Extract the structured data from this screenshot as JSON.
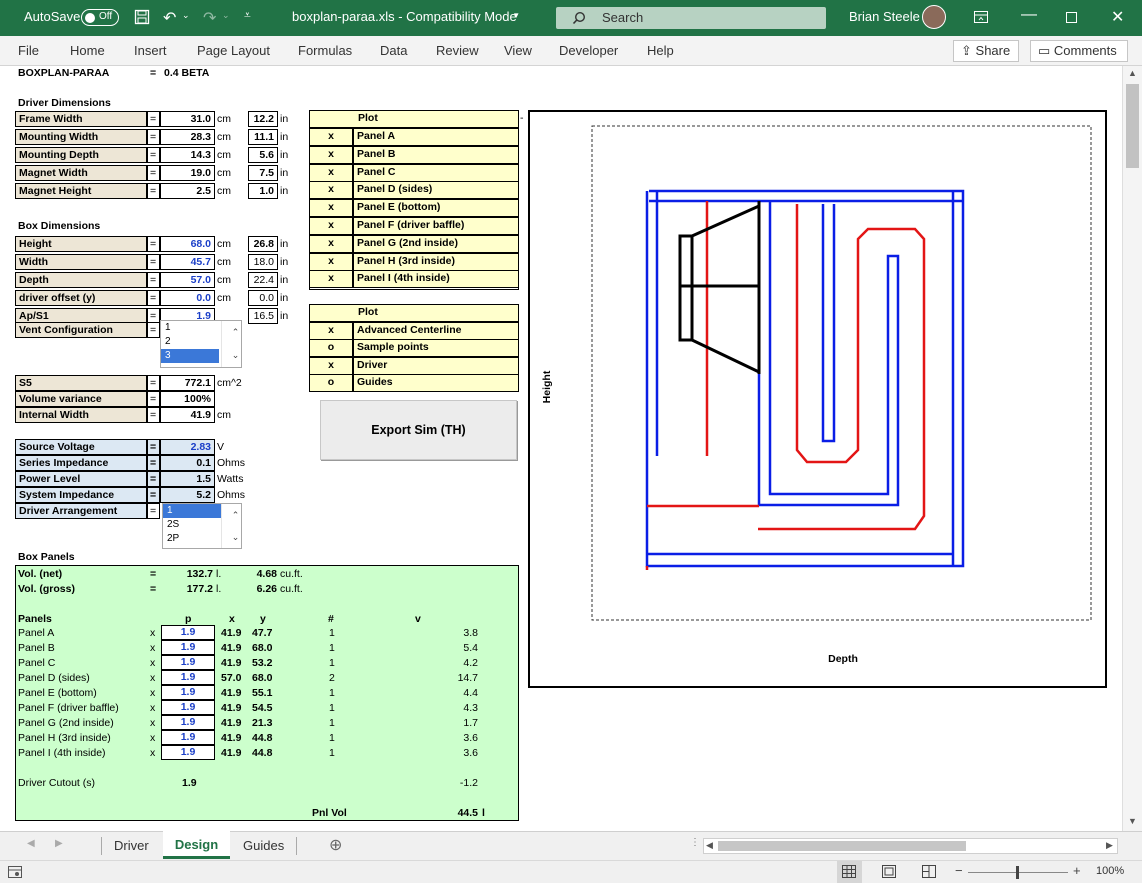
{
  "titlebar": {
    "autosave": "AutoSave",
    "toggle": "Off",
    "filename": "boxplan-paraa.xls - Compatibility Mode",
    "search": "Search",
    "user": "Brian Steele"
  },
  "ribbon": {
    "tabs": [
      "File",
      "Home",
      "Insert",
      "Page Layout",
      "Formulas",
      "Data",
      "Review",
      "View",
      "Developer",
      "Help"
    ],
    "share": "Share",
    "comments": "Comments"
  },
  "sheet": {
    "title": "BOXPLAN-PARAA",
    "eq": "=",
    "version": "0.4 BETA",
    "driver_dim": {
      "header": "Driver Dimensions",
      "rows": [
        {
          "label": "Frame Width",
          "value": "31.0",
          "unit": "cm",
          "conv": "12.2",
          "cunit": "in"
        },
        {
          "label": "Mounting Width",
          "value": "28.3",
          "unit": "cm",
          "conv": "11.1",
          "cunit": "in"
        },
        {
          "label": "Mounting Depth",
          "value": "14.3",
          "unit": "cm",
          "conv": "5.6",
          "cunit": "in"
        },
        {
          "label": "Magnet Width",
          "value": "19.0",
          "unit": "cm",
          "conv": "7.5",
          "cunit": "in"
        },
        {
          "label": "Magnet Height",
          "value": "2.5",
          "unit": "cm",
          "conv": "1.0",
          "cunit": "in"
        }
      ]
    },
    "box_dim": {
      "header": "Box Dimensions",
      "rows": [
        {
          "label": "Height",
          "value": "68.0",
          "unit": "cm",
          "conv": "26.8",
          "cunit": "in"
        },
        {
          "label": "Width",
          "value": "45.7",
          "unit": "cm",
          "conv": "18.0",
          "cunit": "in"
        },
        {
          "label": "Depth",
          "value": "57.0",
          "unit": "cm",
          "conv": "22.4",
          "cunit": "in"
        },
        {
          "label": "driver offset (y)",
          "value": "0.0",
          "unit": "cm",
          "conv": "0.0",
          "cunit": "in"
        },
        {
          "label": "Ap/S1",
          "value": "1.9",
          "unit": "",
          "conv": "16.5",
          "cunit": "in"
        }
      ],
      "vent_label": "Vent Configuration",
      "vent_options": [
        "1",
        "2",
        "3"
      ]
    },
    "mid": {
      "rows": [
        {
          "label": "S5",
          "value": "772.1",
          "unit": "cm^2"
        },
        {
          "label": "Volume variance",
          "value": "100%",
          "unit": ""
        },
        {
          "label": "Internal Width",
          "value": "41.9",
          "unit": "cm"
        }
      ]
    },
    "elec": {
      "rows": [
        {
          "label": "Source Voltage",
          "value": "2.83",
          "unit": "V"
        },
        {
          "label": "Series Impedance",
          "value": "0.1",
          "unit": "Ohms"
        },
        {
          "label": "Power Level",
          "value": "1.5",
          "unit": "Watts"
        },
        {
          "label": "System Impedance",
          "value": "5.2",
          "unit": "Ohms"
        }
      ],
      "arr_label": "Driver Arrangement",
      "arr_options": [
        "1",
        "2S",
        "2P"
      ]
    },
    "plot1": {
      "header": "Plot",
      "rows": [
        {
          "mark": "x",
          "label": "Panel A"
        },
        {
          "mark": "x",
          "label": "Panel B"
        },
        {
          "mark": "x",
          "label": "Panel C"
        },
        {
          "mark": "x",
          "label": "Panel D (sides)"
        },
        {
          "mark": "x",
          "label": "Panel E (bottom)"
        },
        {
          "mark": "x",
          "label": "Panel F (driver baffle)"
        },
        {
          "mark": "x",
          "label": "Panel G (2nd inside)"
        },
        {
          "mark": "x",
          "label": "Panel H (3rd inside)"
        },
        {
          "mark": "x",
          "label": "Panel I (4th inside)"
        }
      ]
    },
    "plot2": {
      "header": "Plot",
      "rows": [
        {
          "mark": "x",
          "label": "Advanced Centerline"
        },
        {
          "mark": "o",
          "label": "Sample points"
        },
        {
          "mark": "x",
          "label": "Driver"
        },
        {
          "mark": "o",
          "label": "Guides"
        }
      ]
    },
    "export_button": "Export Sim (TH)",
    "dash": "-",
    "panels": {
      "header": "Box Panels",
      "vol_net": {
        "label": "Vol. (net)",
        "v": "132.7",
        "u": "l.",
        "v2": "4.68",
        "u2": "cu.ft."
      },
      "vol_gross": {
        "label": "Vol. (gross)",
        "v": "177.2",
        "u": "l.",
        "v2": "6.26",
        "u2": "cu.ft."
      },
      "cols": {
        "name": "Panels",
        "p": "p",
        "x": "x",
        "y": "y",
        "n": "#",
        "v": "v"
      },
      "rows": [
        {
          "name": "Panel A",
          "m": "x",
          "p": "1.9",
          "x": "41.9",
          "y": "47.7",
          "n": "1",
          "v": "3.8"
        },
        {
          "name": "Panel B",
          "m": "x",
          "p": "1.9",
          "x": "41.9",
          "y": "68.0",
          "n": "1",
          "v": "5.4"
        },
        {
          "name": "Panel C",
          "m": "x",
          "p": "1.9",
          "x": "41.9",
          "y": "53.2",
          "n": "1",
          "v": "4.2"
        },
        {
          "name": "Panel D (sides)",
          "m": "x",
          "p": "1.9",
          "x": "57.0",
          "y": "68.0",
          "n": "2",
          "v": "14.7"
        },
        {
          "name": "Panel E (bottom)",
          "m": "x",
          "p": "1.9",
          "x": "41.9",
          "y": "55.1",
          "n": "1",
          "v": "4.4"
        },
        {
          "name": "Panel F (driver baffle)",
          "m": "x",
          "p": "1.9",
          "x": "41.9",
          "y": "54.5",
          "n": "1",
          "v": "4.3"
        },
        {
          "name": "Panel G (2nd inside)",
          "m": "x",
          "p": "1.9",
          "x": "41.9",
          "y": "21.3",
          "n": "1",
          "v": "1.7"
        },
        {
          "name": "Panel H (3rd inside)",
          "m": "x",
          "p": "1.9",
          "x": "41.9",
          "y": "44.8",
          "n": "1",
          "v": "3.6"
        },
        {
          "name": "Panel I (4th inside)",
          "m": "x",
          "p": "1.9",
          "x": "41.9",
          "y": "44.8",
          "n": "1",
          "v": "3.6"
        }
      ],
      "cutout": {
        "label": "Driver Cutout (s)",
        "p": "1.9",
        "v": "-1.2"
      },
      "pnlvol": {
        "label": "Pnl Vol",
        "v": "44.5",
        "u": "l"
      }
    },
    "plot_labels": {
      "y": "Height",
      "x": "Depth"
    }
  },
  "sheet_tabs": [
    "Driver",
    "Design",
    "Guides"
  ],
  "active_tab": "Design",
  "status": {
    "zoom": "100%"
  },
  "colors": {
    "excel_green": "#217346",
    "panel_blue": "#0a1ee6",
    "vent_red": "#e31515"
  }
}
